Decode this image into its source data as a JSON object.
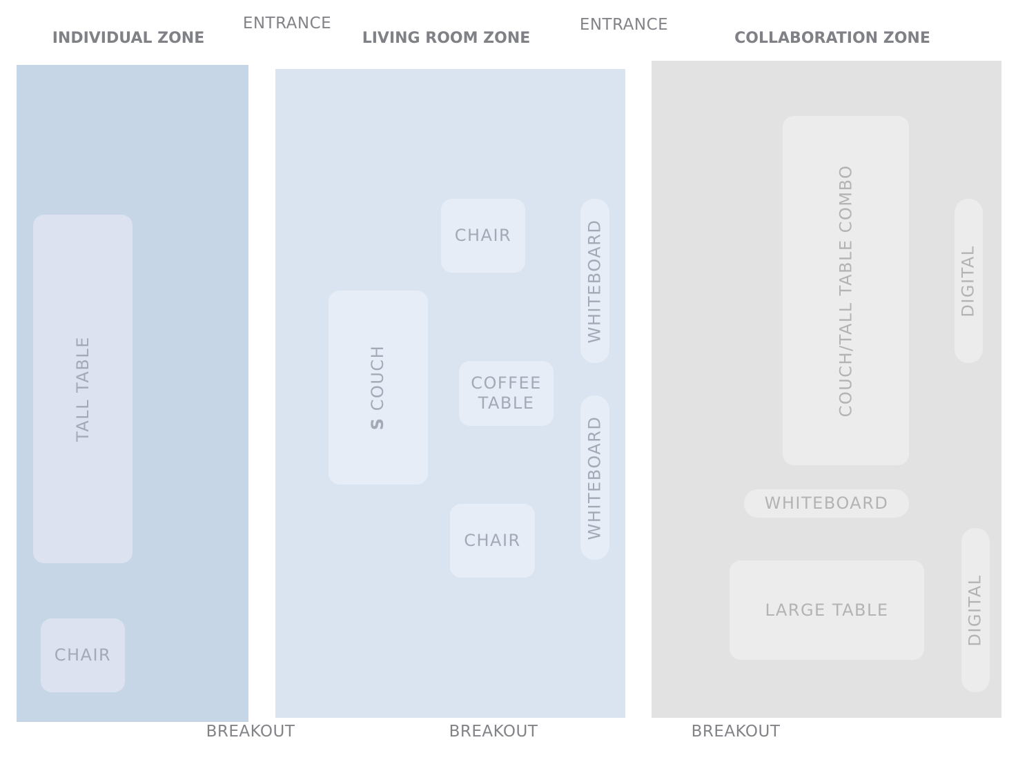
{
  "zones": {
    "individual": {
      "title": "INDIVIDUAL ZONE",
      "color": "#c7d6e6",
      "tall_table": "TALL TABLE",
      "chair": "CHAIR"
    },
    "living_room": {
      "title": "LIVING ROOM ZONE",
      "color": "#dae4f0",
      "chair_top": "CHAIR",
      "couch_mark": "S",
      "couch": "COUCH",
      "coffee_table_line1": "COFFEE",
      "coffee_table_line2": "TABLE",
      "chair_bottom": "CHAIR",
      "whiteboard_top": "WHITEBOARD",
      "whiteboard_bottom": "WHITEBOARD"
    },
    "collaboration": {
      "title": "COLLABORATION ZONE",
      "color": "#e2e2e2",
      "couch_tall_table_combo": "COUCH/TALL TABLE COMBO",
      "digital_top": "DIGITAL",
      "whiteboard": "WHITEBOARD",
      "large_table": "LARGE TABLE",
      "digital_bottom": "DIGITAL"
    }
  },
  "entrances": [
    "ENTRANCE",
    "ENTRANCE"
  ],
  "breakouts": [
    "BREAKOUT",
    "BREAKOUT",
    "BREAKOUT"
  ]
}
